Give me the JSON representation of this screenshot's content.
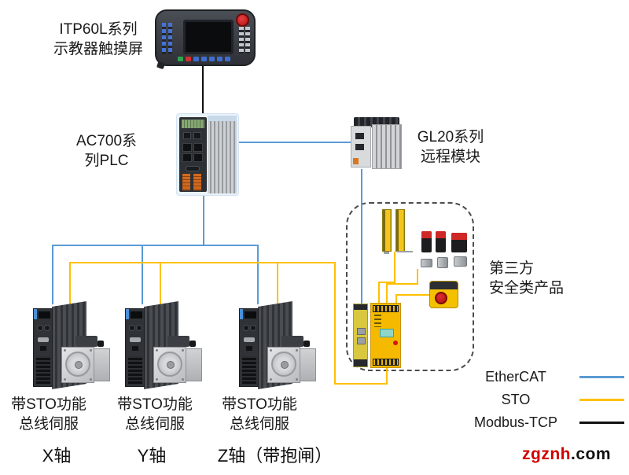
{
  "devices": {
    "hmi": {
      "label": "ITP60L系列\n示教器触摸屏"
    },
    "plc": {
      "label": "AC700系\n列PLC"
    },
    "remote_module": {
      "label": "GL20系列\n远程模块"
    },
    "safety_products": {
      "label": "第三方\n安全类产品"
    },
    "servo_drives": [
      {
        "label": "带STO功能\n总线伺服",
        "axis_label": "X轴"
      },
      {
        "label": "带STO功能\n总线伺服",
        "axis_label": "Y轴"
      },
      {
        "label": "带STO功能\n总线伺服",
        "axis_label": "Z轴（带抱闸）"
      }
    ]
  },
  "legend": {
    "items": [
      {
        "label": "EtherCAT",
        "color": "#5B9BD5"
      },
      {
        "label": "STO",
        "color": "#FFC000"
      },
      {
        "label": "Modbus-TCP",
        "color": "#000000"
      }
    ]
  },
  "watermark": {
    "highlight": "zgznh",
    "suffix": ".com",
    "highlight_color": "#D40000"
  },
  "colors": {
    "ethercat_line": "#5B9BD5",
    "sto_line": "#FFC000",
    "modbus_tcp_line": "#111111"
  }
}
